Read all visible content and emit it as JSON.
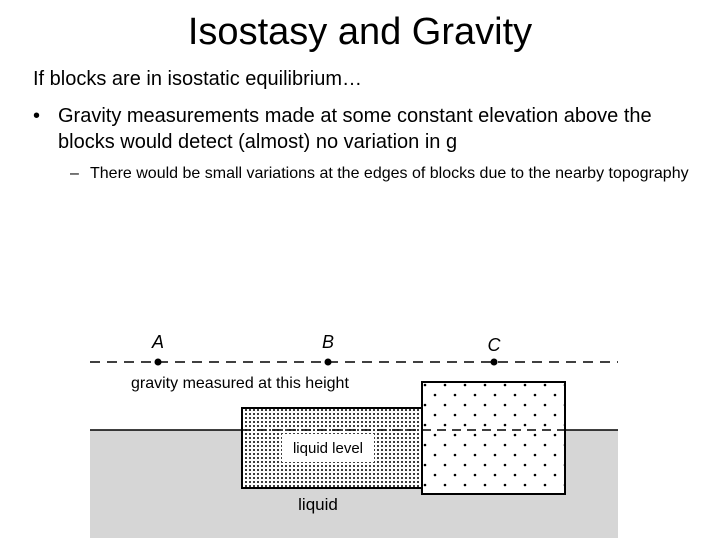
{
  "slide": {
    "title": "Isostasy and Gravity",
    "intro": "If blocks are in isostatic equilibrium…",
    "bullet_marker": "•",
    "sub_marker": "–",
    "bullet1": "Gravity measurements made at some constant elevation above the blocks would detect (almost) no variation in g",
    "sub_bullet1": "There would be small variations at the edges of blocks due to the nearby topography"
  },
  "diagram": {
    "points": {
      "a": "A",
      "b": "B",
      "c": "C"
    },
    "measure_label": "gravity measured at this height",
    "liquid_level_label": "liquid level",
    "liquid_label": "liquid",
    "colors": {
      "liquid_fill": "#d6d6d6",
      "line": "#000000"
    }
  }
}
